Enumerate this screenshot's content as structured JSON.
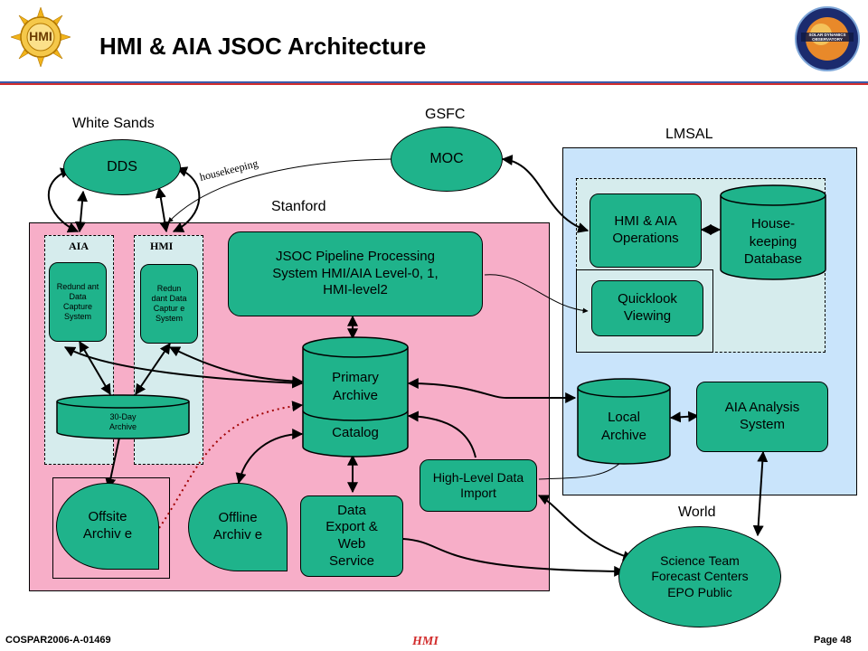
{
  "header": {
    "title": "HMI & AIA  JSOC Architecture",
    "left_logo_text": "HMI",
    "right_logo_text": "SOLAR DYNAMICS OBSERVATORY"
  },
  "locations": {
    "white_sands": "White Sands",
    "gsfc": "GSFC",
    "lmsal": "LMSAL",
    "stanford": "Stanford",
    "world": "World"
  },
  "nodes": {
    "dds": "DDS",
    "moc": "MOC",
    "housekeeping_link": "housekeeping",
    "aia_col": "AIA",
    "hmi_col": "HMI",
    "aia_capture": "Redund ant Data Capture System",
    "hmi_capture": "Redun dant Data Captur e System",
    "archive_30day": "30-Day Archive",
    "pipeline": "JSOC Pipeline Processing System HMI/AIA Level-0, 1, HMI-level2",
    "primary_archive": "Primary Archive",
    "catalog": "Catalog",
    "hmi_aia_ops": "HMI & AIA Operations",
    "housekeeping_db": "House- keeping Database",
    "quicklook": "Quicklook Viewing",
    "local_archive": "Local Archive",
    "aia_analysis": "AIA Analysis System",
    "high_level_import": "High-Level Data Import",
    "offsite_archive": "Offsite Archiv e",
    "offline_archive": "Offline Archiv e",
    "data_export": "Data Export & Web Service",
    "science_team": "Science Team Forecast Centers EPO Public"
  },
  "footer": {
    "left": "COSPAR2006-A-01469",
    "center": "HMI",
    "right": "Page 48"
  },
  "colors": {
    "node_green": "#1fb38b",
    "stanford_pink": "#f7aec8",
    "lmsal_blue": "#c9e4fb",
    "column_blue": "#d6eced",
    "accent_red": "#d22d2d",
    "accent_blue": "#3a5aa8"
  }
}
